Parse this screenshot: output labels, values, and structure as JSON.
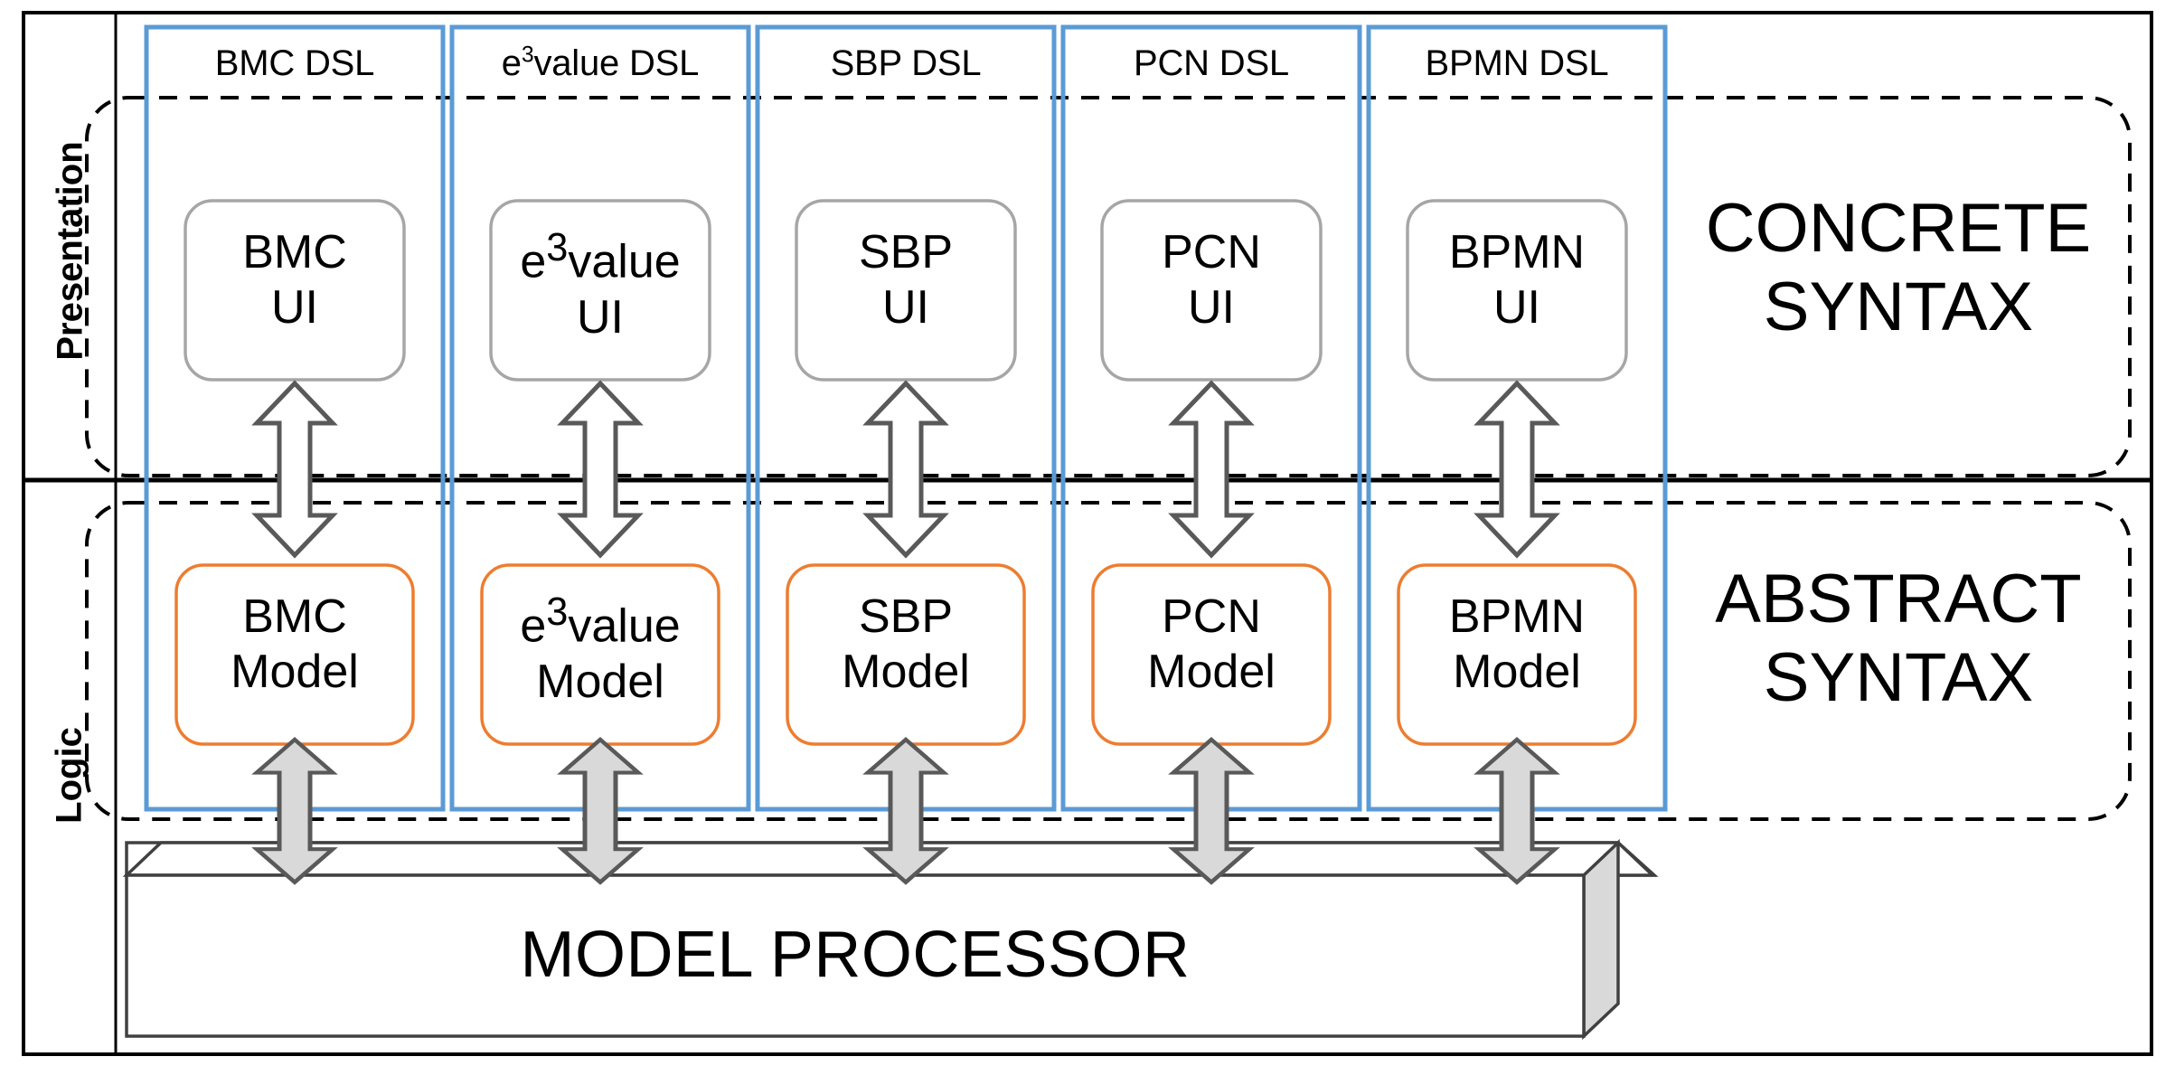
{
  "diagram": {
    "title": "Layered DSL / Model Processor architecture",
    "colors": {
      "frame_black": "#000000",
      "column_blue": "#5B9BD5",
      "ui_box_gray": "#A6A6A6",
      "model_box_orange": "#ED7D31",
      "arrow_outline": "#595959",
      "arrow_fill_white": "#FFFFFF",
      "arrow_fill_gray": "#D9D9D9",
      "dashed_black": "#000000",
      "processor_top_fill": "#FFFFFF",
      "processor_side_fill": "#D9D9D9"
    },
    "bands": [
      {
        "id": "presentation",
        "label": "Presentation"
      },
      {
        "id": "logic",
        "label": "Logic"
      }
    ],
    "syntax_regions": [
      {
        "id": "concrete",
        "line1": "CONCRETE",
        "line2": "SYNTAX"
      },
      {
        "id": "abstract",
        "line1": "ABSTRACT",
        "line2": "SYNTAX"
      }
    ],
    "columns": [
      {
        "id": "bmc",
        "dsl_label": "BMC DSL",
        "dsl_label_prefix": "BMC DSL",
        "dsl_has_superscript": false,
        "ui_line1": "BMC",
        "ui_line2": "UI",
        "ui_has_superscript": false,
        "model_line1": "BMC",
        "model_line2": "Model",
        "model_has_superscript": false
      },
      {
        "id": "e3value",
        "dsl_label": "e3value DSL",
        "dsl_label_prefix": "e",
        "dsl_superscript": "3",
        "dsl_label_suffix": "value DSL",
        "dsl_has_superscript": true,
        "ui_line1": "e3value",
        "ui_prefix": "e",
        "ui_superscript": "3",
        "ui_suffix": "value",
        "ui_line2": "UI",
        "ui_has_superscript": true,
        "model_line1": "e3value",
        "model_prefix": "e",
        "model_superscript": "3",
        "model_suffix": "value",
        "model_line2": "Model",
        "model_has_superscript": true
      },
      {
        "id": "sbp",
        "dsl_label": "SBP DSL",
        "dsl_label_prefix": "SBP DSL",
        "dsl_has_superscript": false,
        "ui_line1": "SBP",
        "ui_line2": "UI",
        "ui_has_superscript": false,
        "model_line1": "SBP",
        "model_line2": "Model",
        "model_has_superscript": false
      },
      {
        "id": "pcn",
        "dsl_label": "PCN DSL",
        "dsl_label_prefix": "PCN DSL",
        "dsl_has_superscript": false,
        "ui_line1": "PCN",
        "ui_line2": "UI",
        "ui_has_superscript": false,
        "model_line1": "PCN",
        "model_line2": "Model",
        "model_has_superscript": false
      },
      {
        "id": "bpmn",
        "dsl_label": "BPMN DSL",
        "dsl_label_prefix": "BPMN DSL",
        "dsl_has_superscript": false,
        "ui_line1": "BPMN",
        "ui_line2": "UI",
        "ui_has_superscript": false,
        "model_line1": "BPMN",
        "model_line2": "Model",
        "model_has_superscript": false
      }
    ],
    "processor": {
      "label": "MODEL PROCESSOR"
    }
  }
}
